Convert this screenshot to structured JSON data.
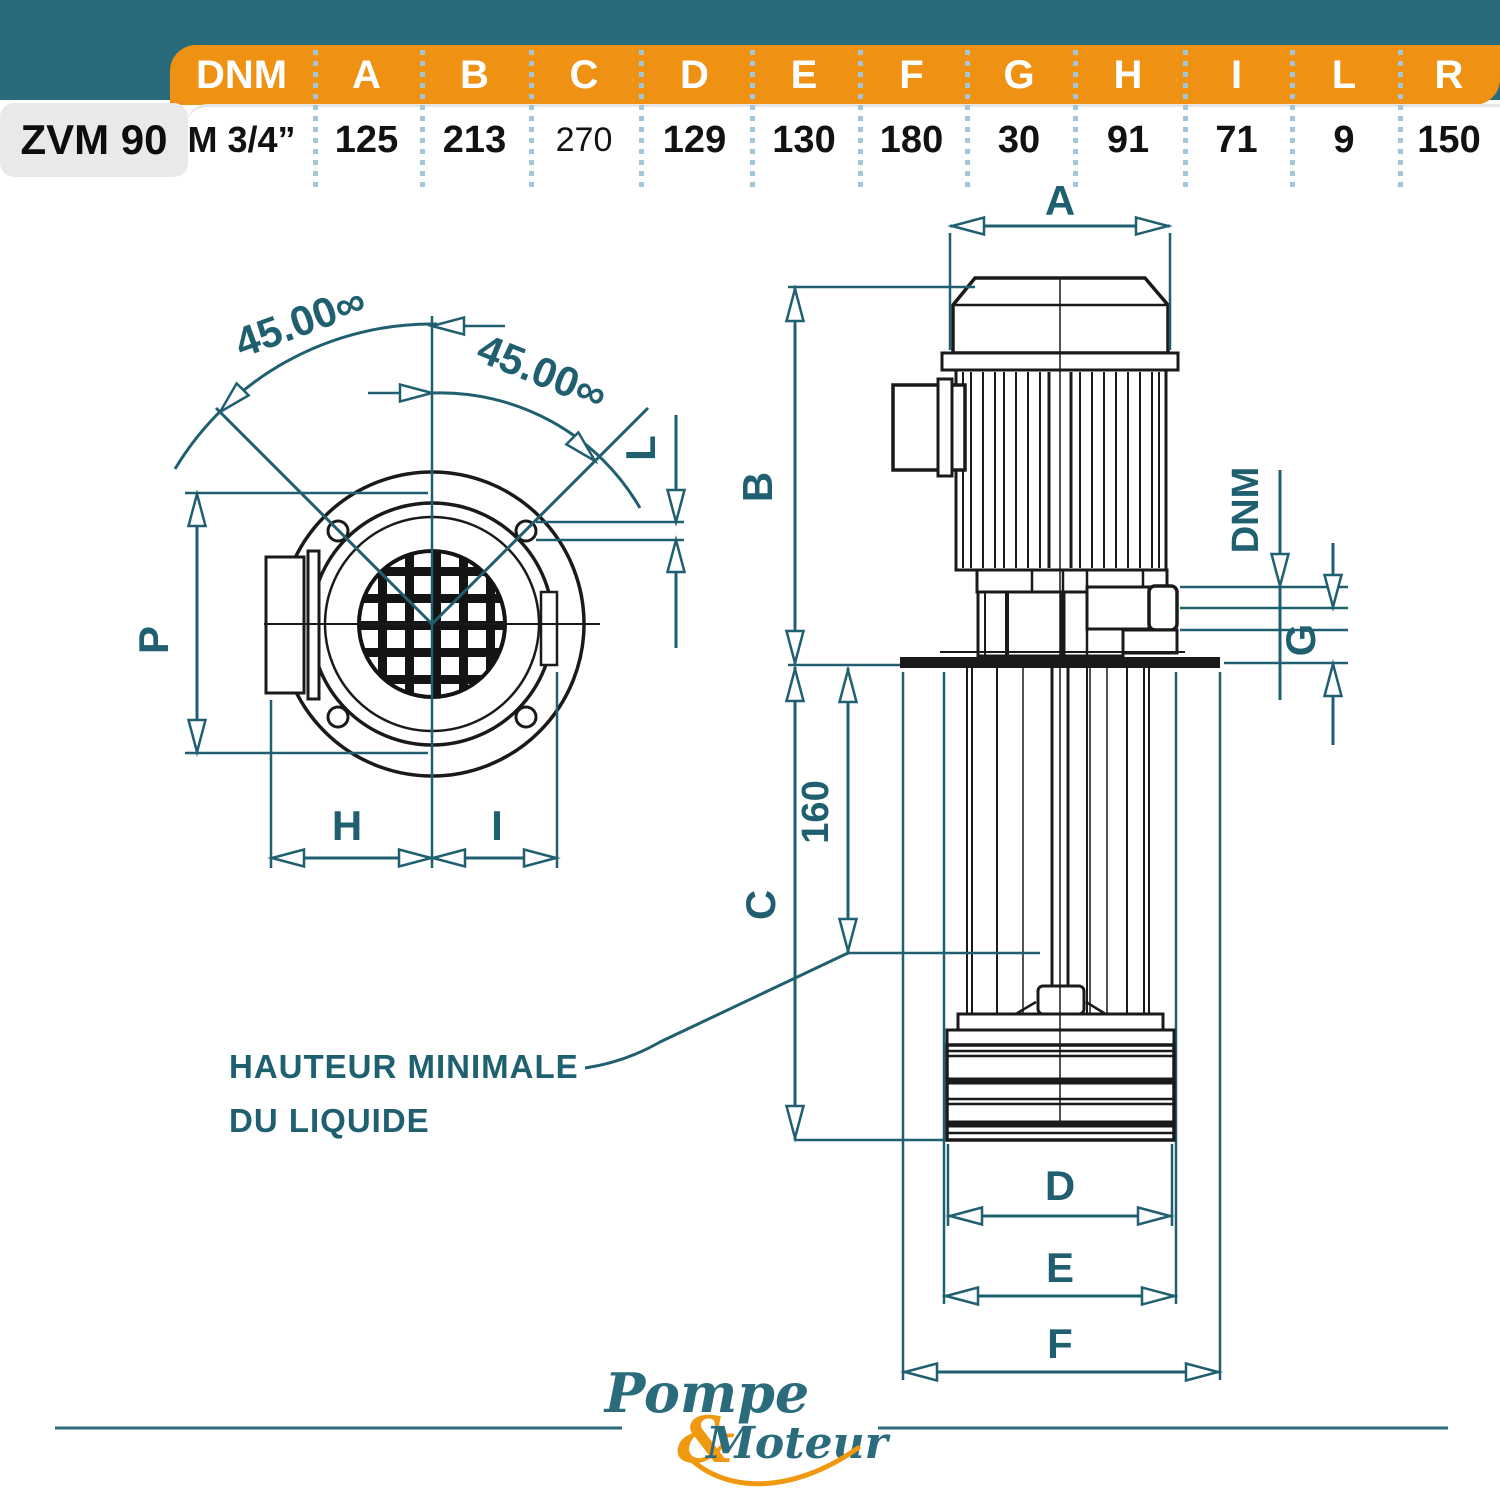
{
  "table": {
    "model": "ZVM 90",
    "columns": [
      {
        "label": "DNM",
        "value": "M 3/4”"
      },
      {
        "label": "A",
        "value": "125"
      },
      {
        "label": "B",
        "value": "213"
      },
      {
        "label": "C",
        "value": "270"
      },
      {
        "label": "D",
        "value": "129"
      },
      {
        "label": "E",
        "value": "130"
      },
      {
        "label": "F",
        "value": "180"
      },
      {
        "label": "G",
        "value": "30"
      },
      {
        "label": "H",
        "value": "91"
      },
      {
        "label": "I",
        "value": "71"
      },
      {
        "label": "L",
        "value": "9"
      },
      {
        "label": "R",
        "value": "150"
      }
    ]
  },
  "drawing": {
    "labels": {
      "angle_left": "45.00∞",
      "angle_right": "45.00∞",
      "p": "P",
      "h": "H",
      "i": "I",
      "l": "L",
      "a": "A",
      "b": "B",
      "c": "C",
      "d": "D",
      "e": "E",
      "f": "F",
      "g": "G",
      "dnm": "DNM",
      "dim160": "160"
    },
    "annotation_line1": "HAUTEUR MINIMALE",
    "annotation_line2": "DU LIQUIDE"
  },
  "logo": {
    "word1": "Pompe",
    "amp": "&",
    "word2": "Moteur"
  },
  "colors": {
    "teal_bar": "#2a6b7b",
    "orange": "#ef9113",
    "dimension": "#1f5f70",
    "separator_dots": "#a3c6d8",
    "model_bg": "#e9e9e9"
  }
}
